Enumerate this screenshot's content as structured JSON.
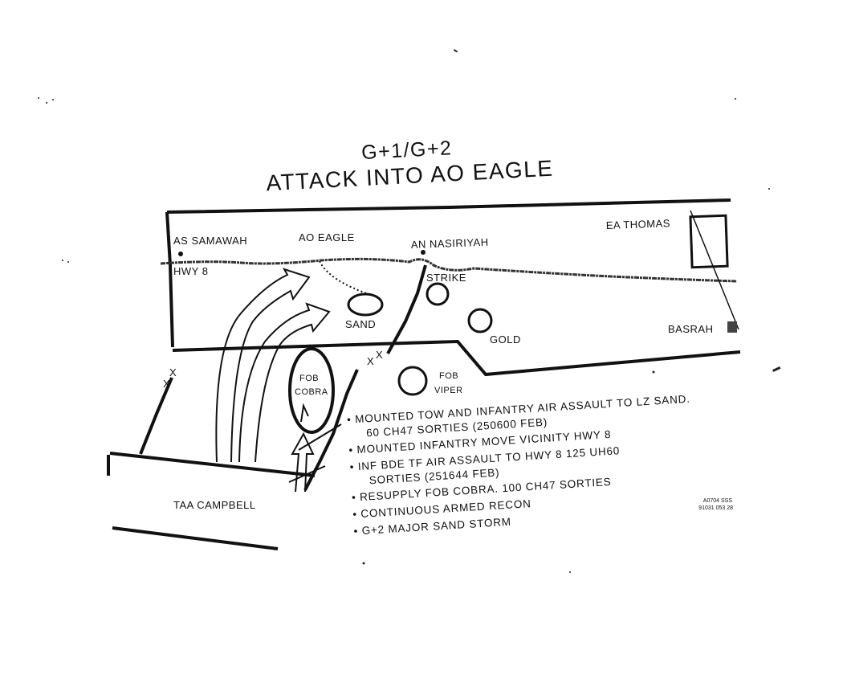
{
  "title": {
    "line1": "G+1/G+2",
    "line2": "ATTACK INTO AO EAGLE"
  },
  "map_labels": {
    "as_samawah": "AS SAMAWAH",
    "ao_eagle": "AO EAGLE",
    "an_nasiriyah": "AN NASIRIYAH",
    "ea_thomas": "EA THOMAS",
    "hwy8": "HWY 8",
    "strike": "STRIKE",
    "sand": "SAND",
    "gold": "GOLD",
    "basrah": "BASRAH",
    "fob_cobra_1": "FOB",
    "fob_cobra_2": "COBRA",
    "fob_viper_1": "FOB",
    "fob_viper_2": "VIPER",
    "taa_campbell": "TAA CAMPBELL",
    "boundary_mark": "X"
  },
  "bullets": [
    "• MOUNTED TOW AND INFANTRY AIR ASSAULT TO LZ SAND.",
    "60 CH47 SORTIES (250600 FEB)",
    "• MOUNTED INFANTRY MOVE VICINITY HWY 8",
    "• INF BDE TF AIR ASSAULT TO HWY 8 125 UH60",
    "SORTIES (251644 FEB)",
    "• RESUPPLY FOB COBRA.  100 CH47 SORTIES",
    "• CONTINUOUS ARMED RECON",
    "• G+2 MAJOR SAND STORM"
  ],
  "code": {
    "line1": "A0704 SSS",
    "line2": "91031 053 28"
  }
}
